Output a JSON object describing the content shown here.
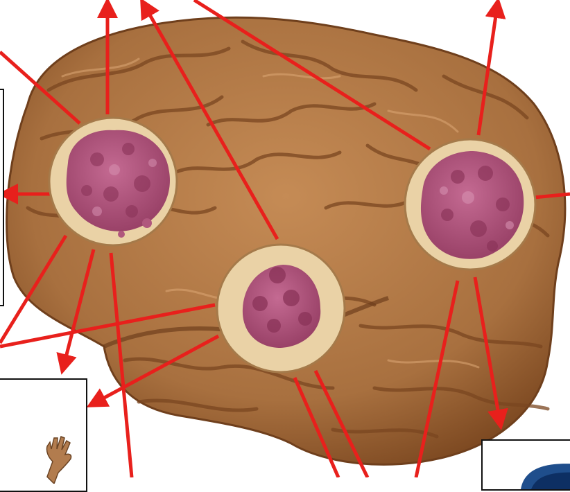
{
  "figure": {
    "subject": "brain-with-tumor-samples",
    "icon_names": [
      "brain-illustration",
      "tumor-cell-sample",
      "hand-icon",
      "globe-icon"
    ],
    "colors": {
      "brain": "#b97a45",
      "brain_dark": "#7e4a22",
      "sample_rim": "#ead2a6",
      "tumor": "#b0577d",
      "arrow": "#e8201c",
      "frame": "#111111"
    },
    "samples": [
      "sample-left",
      "sample-center",
      "sample-right"
    ]
  }
}
